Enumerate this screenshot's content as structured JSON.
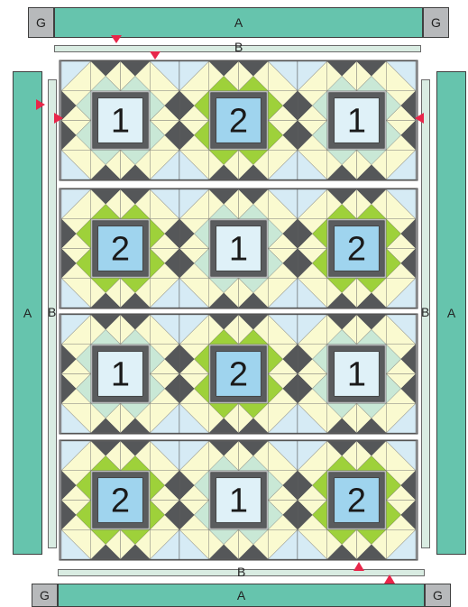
{
  "labels": {
    "sash_a": "A",
    "sash_b": "B",
    "corner_g": "G"
  },
  "rows": [
    [
      "1",
      "2",
      "1"
    ],
    [
      "2",
      "1",
      "2"
    ],
    [
      "1",
      "2",
      "1"
    ],
    [
      "2",
      "1",
      "2"
    ]
  ],
  "colors": {
    "sash_a": "#66c4ad",
    "sash_b": "#d9ece2",
    "corner_g": "#b7b9bb",
    "dark_gray": "#555759",
    "light_gray": "#b7b9bb",
    "pale_blue": "#d6ebf5",
    "mint": "#c9e8d6",
    "cream": "#fafad0",
    "lime": "#9ed13a",
    "center_1": "#dff1f8",
    "center_2": "#9fd4ee",
    "frame": "#5a5c5e",
    "marker": "#e8264a"
  },
  "icons": [
    "triangle-down-marker-icon",
    "triangle-right-marker-icon",
    "triangle-left-marker-icon",
    "triangle-up-marker-icon"
  ]
}
